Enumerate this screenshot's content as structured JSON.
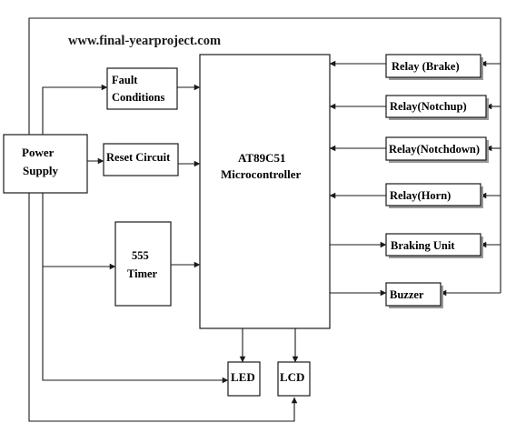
{
  "watermark": "www.final-yearproject.com",
  "blocks": {
    "power_supply": [
      "Power",
      "Supply"
    ],
    "fault_conditions": [
      "Fault",
      "Conditions"
    ],
    "reset_circuit": "Reset Circuit",
    "timer": [
      "555",
      "Timer"
    ],
    "microcontroller": [
      "AT89C51",
      "Microcontroller"
    ],
    "relay_brake": "Relay (Brake)",
    "relay_notchup": "Relay(Notchup)",
    "relay_notchdown": "Relay(Notchdown)",
    "relay_horn": "Relay(Horn)",
    "braking_unit": "Braking Unit",
    "buzzer": "Buzzer",
    "led": "LED",
    "lcd": "LCD"
  }
}
